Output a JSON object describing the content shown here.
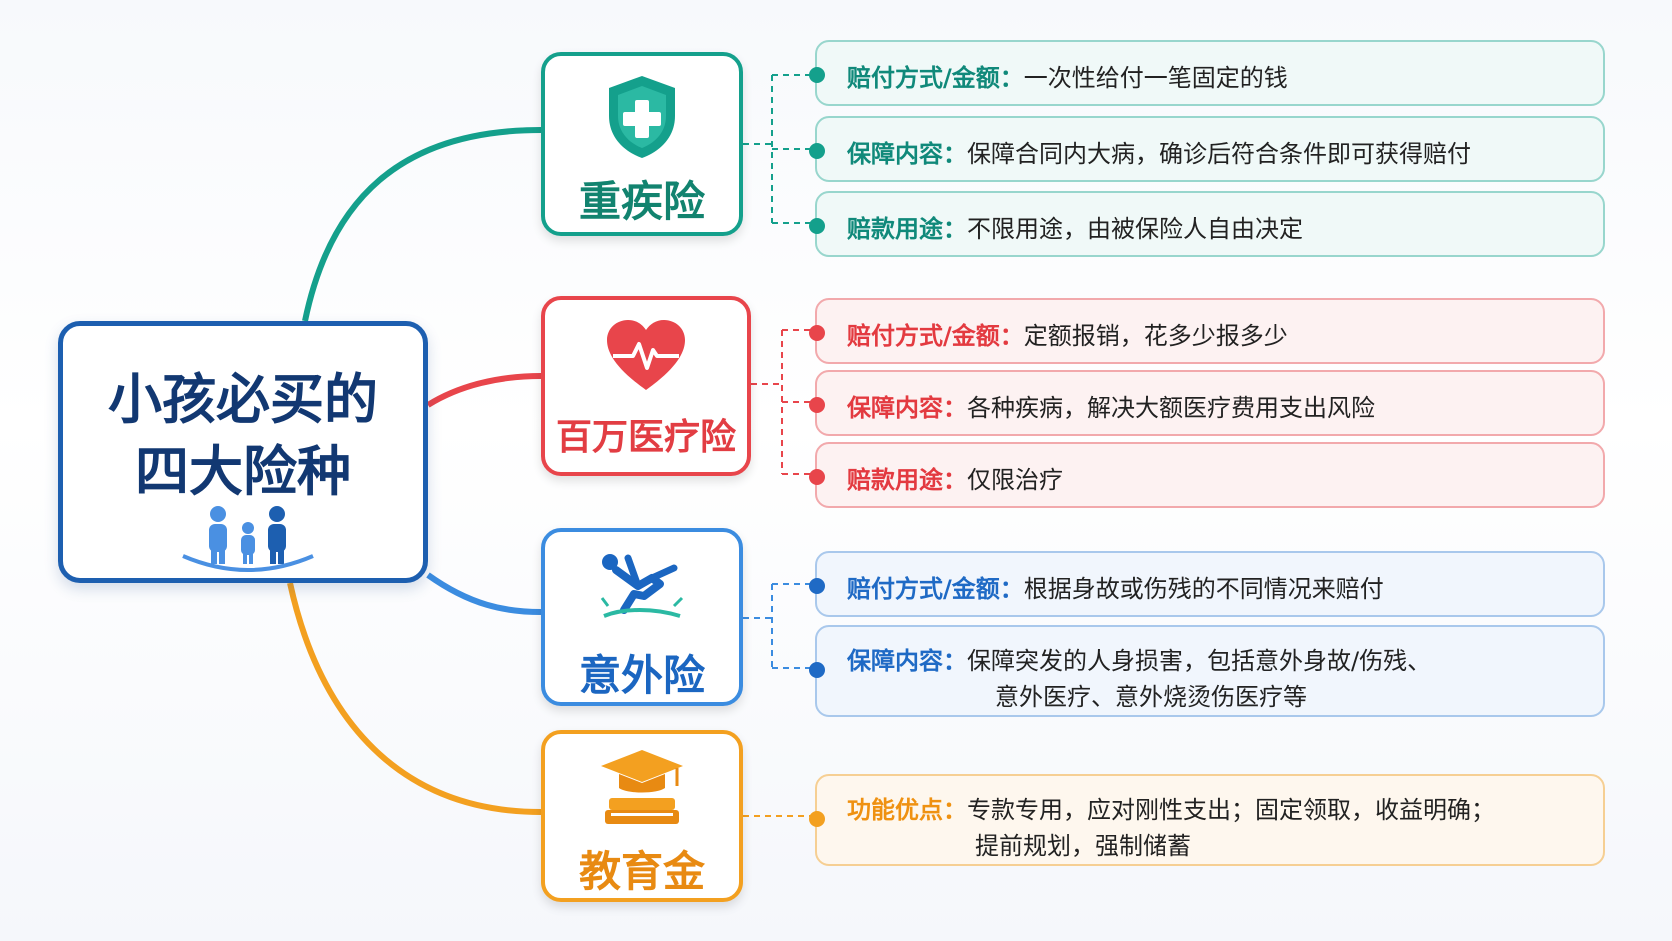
{
  "title_line1": "小孩必买的",
  "title_line2": "四大险种",
  "colors": {
    "teal": "#14a08c",
    "red": "#e8454b",
    "blue": "#3b8ce0",
    "orange": "#f3a020",
    "navy": "#1d5fb0"
  },
  "center_icon": "family-icon",
  "categories": [
    {
      "label": "重疾险",
      "icon": "shield-plus-icon",
      "details": [
        {
          "key": "赔付方式/金额：",
          "text": "一次性给付一笔固定的钱"
        },
        {
          "key": "保障内容：",
          "text": "保障合同内大病，确诊后符合条件即可获得赔付"
        },
        {
          "key": "赔款用途：",
          "text": "不限用途，由被保险人自由决定"
        }
      ]
    },
    {
      "label": "百万医疗险",
      "icon": "heart-pulse-icon",
      "details": [
        {
          "key": "赔付方式/金额：",
          "text": "定额报销，花多少报多少"
        },
        {
          "key": "保障内容：",
          "text": "各种疾病，解决大额医疗费用支出风险"
        },
        {
          "key": "赔款用途：",
          "text": "仅限治疗"
        }
      ]
    },
    {
      "label": "意外险",
      "icon": "falling-person-icon",
      "details": [
        {
          "key": "赔付方式/金额：",
          "text": "根据身故或伤残的不同情况来赔付"
        },
        {
          "key": "保障内容：",
          "text": "保障突发的人身损害，包括意外身故/伤残、",
          "text2": "意外医疗、意外烧烫伤医疗等"
        }
      ]
    },
    {
      "label": "教育金",
      "icon": "graduation-cap-books-icon",
      "details": [
        {
          "key": "功能优点：",
          "text": "专款专用，应对刚性支出；固定领取，收益明确；",
          "text2": "提前规划，强制储蓄"
        }
      ]
    }
  ]
}
